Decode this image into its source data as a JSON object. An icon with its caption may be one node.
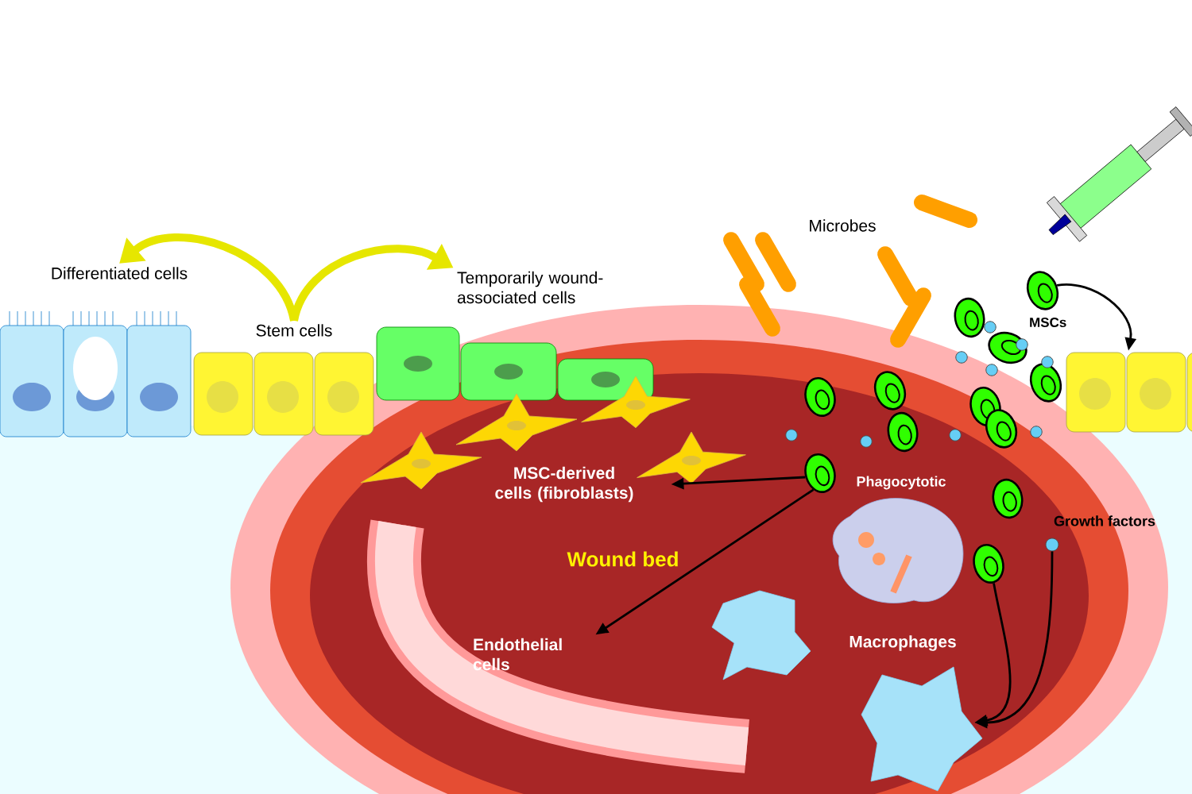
{
  "diagram": {
    "nodes": [
      {
        "text": [
          "Stem cells"
        ]
      },
      {
        "text": [
          "Differentiated cells"
        ]
      },
      {
        "text": [
          "Temporarily wound-associated cells"
        ]
      },
      {
        "text": [],
        "shape": "picture",
        "beside": [
          "MSCs"
        ]
      },
      {
        "text": [],
        "shape": "picture"
      },
      {
        "text": [],
        "shape": "picture"
      },
      {
        "text": [
          "MSC-derived cells (fibroblasts)"
        ]
      },
      {
        "text": [
          "Endothelial cells"
        ]
      },
      {
        "text": [],
        "shape": "picture"
      },
      {
        "text": [],
        "shape": "circle",
        "beside": [
          "Growth factors"
        ]
      },
      {
        "text": [],
        "shape": "picture",
        "beside": [
          "Macrophages"
        ]
      }
    ],
    "edges": [
      {
        "from": 0,
        "to": 1,
        "arrow": "to",
        "style": "thick",
        "color": "#e6e600"
      },
      {
        "from": 0,
        "to": 2,
        "arrow": "to",
        "style": "thick",
        "color": "#e6e600"
      },
      {
        "from": 3,
        "to": 4,
        "arrow": "to"
      },
      {
        "from": 5,
        "to": 6,
        "arrow": "to"
      },
      {
        "from": 5,
        "to": 7,
        "arrow": "to"
      },
      {
        "from": 8,
        "to": 10,
        "arrow": "to"
      },
      {
        "from": 9,
        "to": 10,
        "arrow": "to"
      }
    ],
    "labels": [
      "Microbes",
      "Phagocytotic",
      "Wound bed"
    ]
  }
}
